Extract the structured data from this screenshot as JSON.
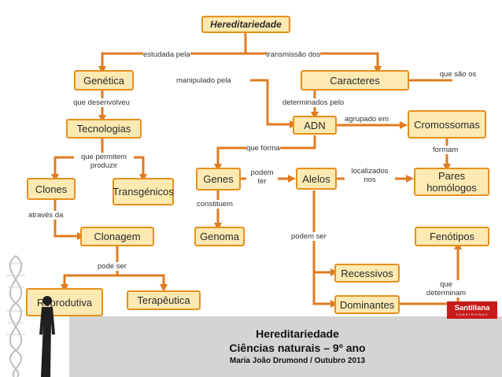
{
  "nodes": {
    "hereditariedade": "Hereditariedade",
    "genetica": "Genética",
    "caracteres": "Caracteres",
    "tecnologias": "Tecnologias",
    "adn": "ADN",
    "cromossomas": "Cromossomas",
    "clones": "Clones",
    "transgenicos": "Transgénicos",
    "genes": "Genes",
    "alelos": "Alelos",
    "pares_homologos": "Pares homólogos",
    "genoma": "Genoma",
    "clonagem": "Clonagem",
    "fenotipos": "Fenótipos",
    "recessivos": "Recessivos",
    "dominantes": "Dominantes",
    "reprodutiva": "Reprodutiva",
    "terapeutica": "Terapêutica"
  },
  "links": {
    "estudada_pela": "estudada pela",
    "transmissao_dos": "transmissão dos",
    "manipulado_pela": "manipulado pela",
    "que_sao_os": "que são os",
    "que_desenvolveu": "que desenvolveu",
    "determinados_pelo": "determinados pelo",
    "agrupado_em": "agrupado em",
    "que_permitem_produzir": "que permitem produzir",
    "que_forma": "que forma",
    "formam": "formam",
    "podem_ter": "podem ter",
    "localizados_nos": "localizados nos",
    "atraves_da": "através da",
    "constituem": "constituem",
    "podem_ser": "podem ser",
    "pode_ser": "pode ser",
    "que_determinam": "que determinam"
  },
  "footer": {
    "line1": "Hereditariedade",
    "line2": "Ciências naturais – 9º ano",
    "line3": "Maria João Drumond / Outubro 2013"
  },
  "logo": {
    "name": "Santillana",
    "sub": "CONSTRUINDO"
  },
  "colors": {
    "node_fill": "#fde9b2",
    "node_border": "#e8901e",
    "connector": "#e07b20",
    "footer_bg": "#d4d4d4",
    "logo_red": "#c61b1b"
  }
}
